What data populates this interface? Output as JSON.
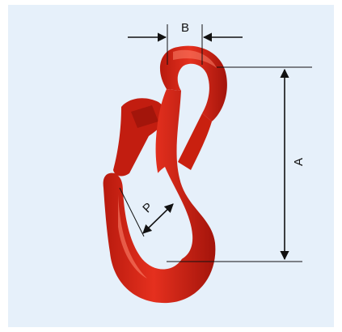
{
  "dimensions": {
    "a_label": "A",
    "b_label": "B",
    "p_label": "P"
  },
  "colors": {
    "background_panel": "#e6f0fa",
    "hook_red": "#e02a1a",
    "hook_dark": "#a8150c",
    "hook_highlight": "#ff8a72",
    "dimension_line": "#111111"
  }
}
